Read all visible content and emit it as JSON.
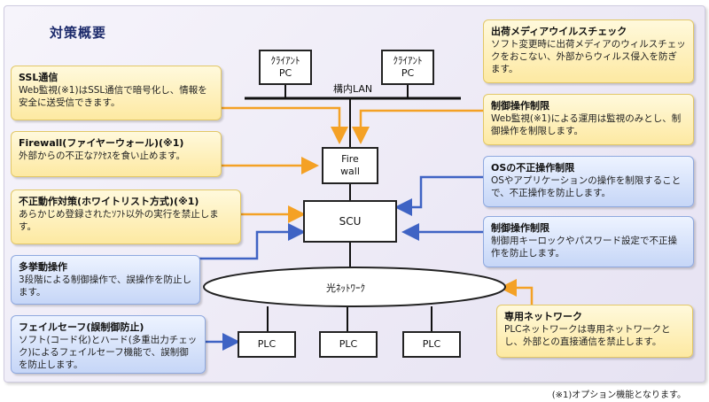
{
  "title": "対策概要",
  "client_pc_1": {
    "line1": "ｸﾗｲｱﾝﾄ",
    "line2": "PC"
  },
  "client_pc_2": {
    "line1": "ｸﾗｲｱﾝﾄ",
    "line2": "PC"
  },
  "lan_label": "構内LAN",
  "firewall": {
    "line1": "Fire",
    "line2": "wall"
  },
  "scu": "SCU",
  "optical_network": "光ﾈｯﾄﾜｰｸ",
  "plcs": [
    "PLC",
    "PLC",
    "PLC"
  ],
  "left_notes": [
    {
      "heading": "SSL通信",
      "body": "Web監視(※1)はSSL通信で暗号化し、情報を安全に送受信できます。"
    },
    {
      "heading": "Firewall(ファイヤーウォール)(※1)",
      "body": "外部からの不正なｱｸｾｽを食い止めます。"
    },
    {
      "heading": "不正動作対策(ホワイトリスト方式)(※1)",
      "body": "あらかじめ登録されたｿﾌﾄ以外の実行を禁止します。"
    },
    {
      "heading": "多挙動操作",
      "body": "3段階による制御操作で、誤操作を防止します。"
    },
    {
      "heading": "フェイルセーフ(誤制御防止)",
      "body": "ソフト(コード化)とハード(多重出力チェック)によるフェイルセーフ機能で、誤制御を防止します。"
    }
  ],
  "right_notes": [
    {
      "heading": "出荷メディアウイルスチェック",
      "body": "ソフト変更時に出荷メディアのウィルスチェックをおこない、外部からウィルス侵入を防ぎます。"
    },
    {
      "heading": "制御操作制限",
      "body": "Web監視(※1)による運用は監視のみとし、制御操作を制限します。"
    },
    {
      "heading": "OSの不正操作制限",
      "body": "OSやアプリケーションの操作を制限することで、不正操作を防止します。"
    },
    {
      "heading": "制御操作制限",
      "body": "制御用キーロックやパスワード設定で不正操作を防止します。"
    },
    {
      "heading": "専用ネットワーク",
      "body": "PLCネットワークは専用ネットワークとし、外部との直接通信を禁止します。"
    }
  ],
  "footnote": "(※1)オプション機能となります。",
  "colors": {
    "arrow_orange": "#f4a125",
    "arrow_blue": "#3f63c4"
  }
}
